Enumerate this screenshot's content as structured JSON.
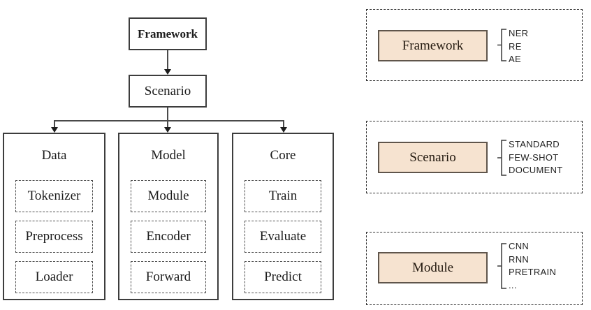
{
  "diagram": {
    "root_label": "Framework",
    "scenario_label": "Scenario",
    "columns": [
      {
        "title": "Data",
        "items": [
          "Tokenizer",
          "Preprocess",
          "Loader"
        ]
      },
      {
        "title": "Model",
        "items": [
          "Module",
          "Encoder",
          "Forward"
        ]
      },
      {
        "title": "Core",
        "items": [
          "Train",
          "Evaluate",
          "Predict"
        ]
      }
    ]
  },
  "legend_panels": [
    {
      "label": "Framework",
      "options": [
        "NER",
        "RE",
        "AE"
      ]
    },
    {
      "label": "Scenario",
      "options": [
        "STANDARD",
        "FEW-SHOT",
        "DOCUMENT"
      ]
    },
    {
      "label": "Module",
      "options": [
        "CNN",
        "RNN",
        "PRETRAIN",
        "..."
      ]
    }
  ],
  "colors": {
    "highlight_fill": "#f6e3d0",
    "highlight_border": "#5f554b",
    "line_color": "#4a4a4a",
    "background": "#ffffff"
  }
}
